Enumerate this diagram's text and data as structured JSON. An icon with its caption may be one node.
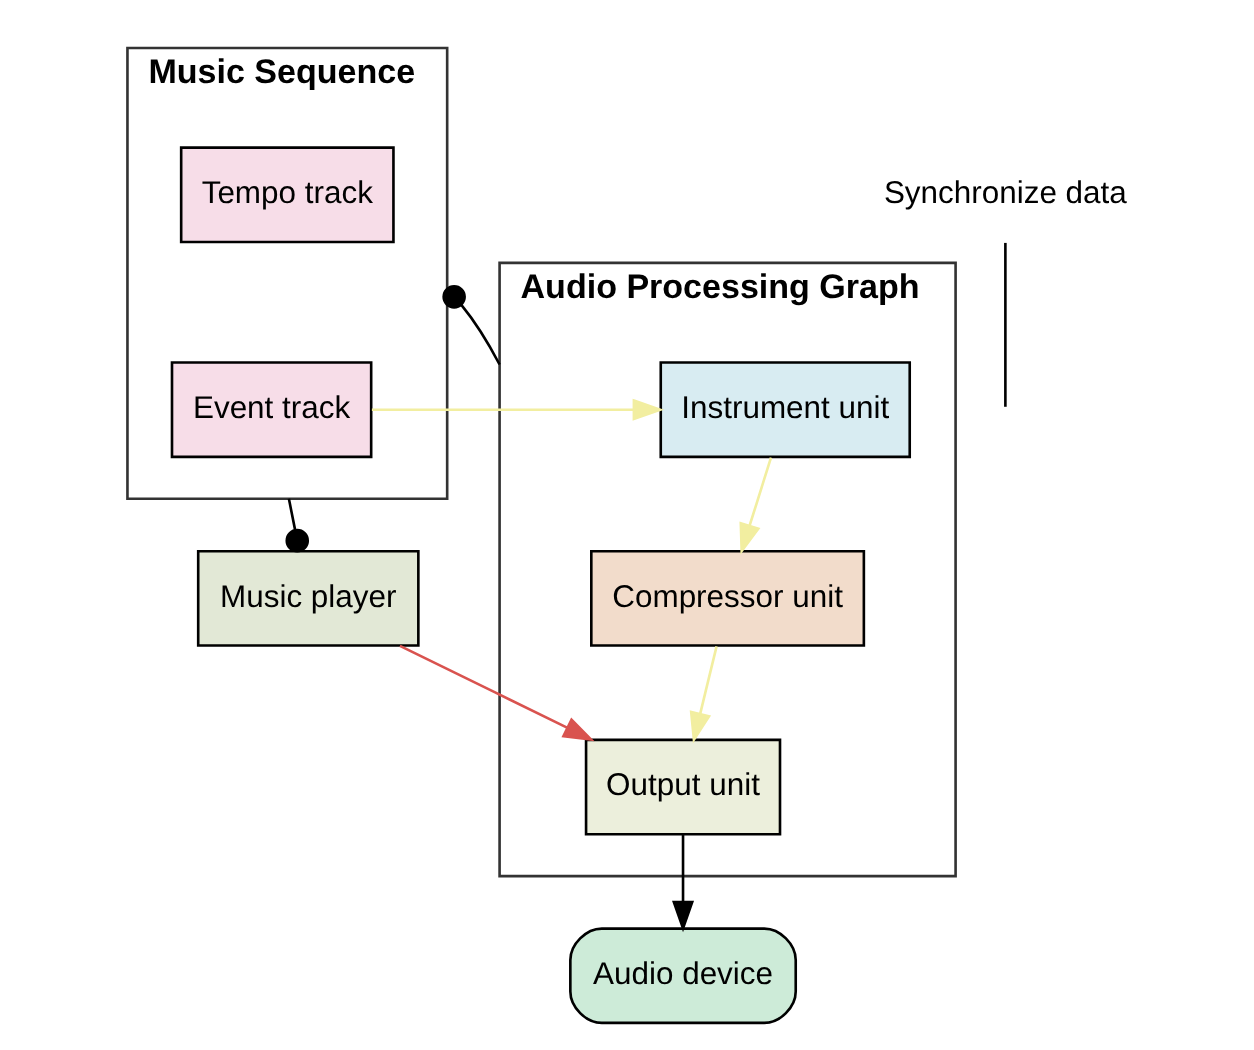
{
  "diagram": {
    "nodes": [
      {
        "text": [
          "Audio Processing Graph"
        ]
      },
      {
        "text": [
          "Instrument unit"
        ],
        "in": 0
      },
      {
        "text": [
          "Compressor unit"
        ],
        "in": 0
      },
      {
        "text": [
          "Output unit"
        ],
        "in": 0
      },
      {
        "text": [
          "Music Sequence"
        ]
      },
      {
        "text": [
          "Tempo track"
        ],
        "in": 4
      },
      {
        "text": [
          "Event track"
        ],
        "in": 4
      },
      {
        "text": [
          "Music player"
        ]
      },
      {
        "text": [
          "Audio device"
        ]
      },
      {
        "text": [
          "Synchronize data"
        ]
      }
    ],
    "edges": [
      {
        "from": 0,
        "to": 4,
        "arrow": "other",
        "color": "#000000"
      },
      {
        "from": 6,
        "to": 1,
        "arrow": "to",
        "color": "#f2eea0"
      },
      {
        "from": 1,
        "to": 2,
        "arrow": "to",
        "color": "#f2eea0"
      },
      {
        "from": 2,
        "to": 3,
        "arrow": "to",
        "color": "#f2eea0"
      },
      {
        "from": 4,
        "to": 7,
        "arrow": "other",
        "color": "#000000"
      },
      {
        "from": 7,
        "to": 3,
        "arrow": "to",
        "color": "#d9534f"
      },
      {
        "from": 3,
        "to": 8,
        "arrow": "to"
      },
      {
        "from": 9,
        "to": null,
        "arrow": "none",
        "color": "#000000"
      }
    ]
  }
}
